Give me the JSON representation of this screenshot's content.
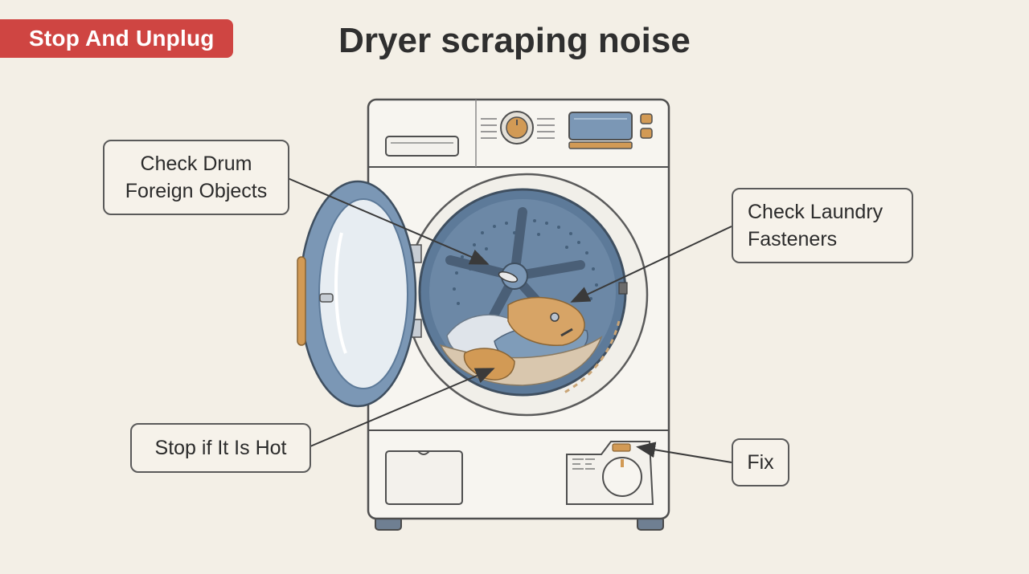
{
  "badge": {
    "label": "Stop And Unplug"
  },
  "title": "Dryer scraping noise",
  "callouts": {
    "drum": {
      "line1": "Check Drum",
      "line2": "Foreign Objects"
    },
    "laundry": {
      "line1": "Check Laundry",
      "line2": "Fasteners"
    },
    "hot": {
      "line1": "Stop if It Is Hot"
    },
    "fix": {
      "line1": "Fix"
    }
  },
  "colors": {
    "badge": "#cf4542",
    "background": "#f3efe6",
    "drum_blue": "#5d7a99",
    "accent_orange": "#d29a55",
    "outline": "#5a5a5a"
  }
}
